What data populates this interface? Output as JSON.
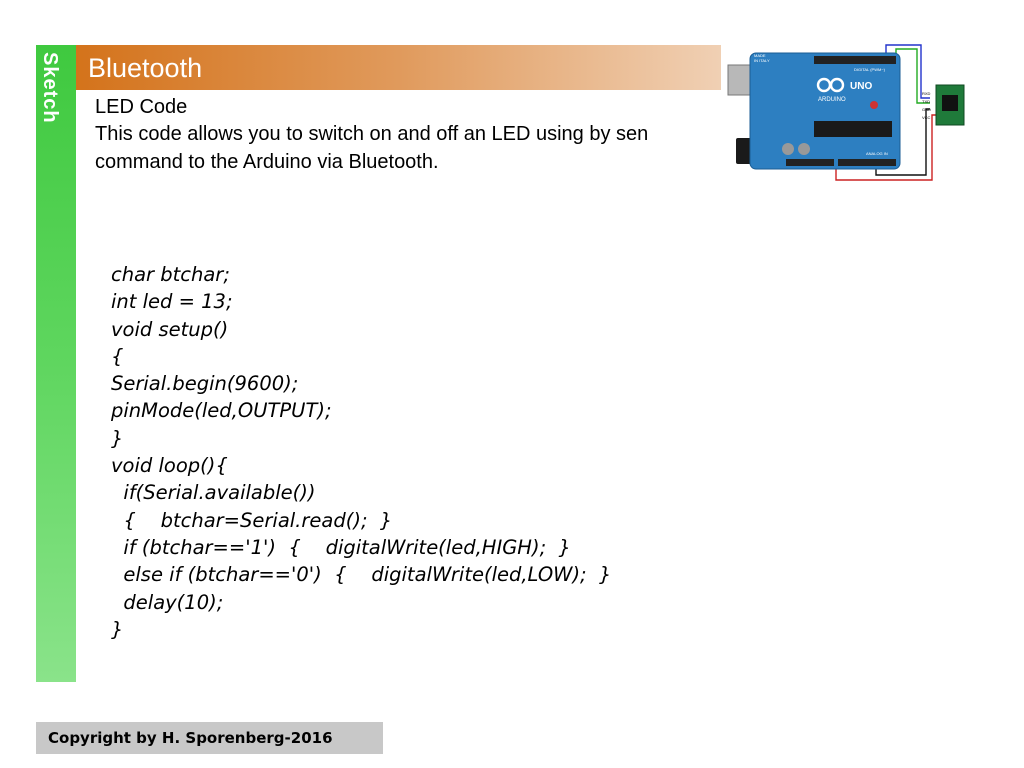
{
  "slide": {
    "section_label": "Sketch",
    "title": "Bluetooth",
    "subtitle": "LED Code",
    "description_lines": [
      "This code allows you to switch on and off an LED using by sen",
      "command to the Arduino via Bluetooth."
    ],
    "code_lines": [
      "char btchar;",
      "int led = 13;",
      "void setup()",
      "{",
      "Serial.begin(9600);",
      "pinMode(led,OUTPUT);",
      "}",
      "void loop(){",
      "  if(Serial.available())",
      "  {    btchar=Serial.read();  }",
      "  if (btchar=='1')  {    digitalWrite(led,HIGH);  }",
      "  else if (btchar=='0')  {    digitalWrite(led,LOW);  }",
      "  delay(10);",
      "}"
    ],
    "footer": "Copyright by H. Sporenberg-2016"
  },
  "diagram": {
    "board_lines": [
      "MADE",
      "IN ITALY"
    ],
    "board_logo": "UNO",
    "board_name": "ARDUINO",
    "board_digital_label": "DIGITAL (PWM~)",
    "board_analog_label": "ANALOG IN",
    "module_pins": [
      "RXD",
      "TXD",
      "GND",
      "VCC"
    ],
    "colors": {
      "board": "#2d7fc1",
      "module": "#1f7a3a",
      "wire_blue": "#2233cc",
      "wire_red": "#cc2222",
      "wire_black": "#111111",
      "wire_green": "#22aa22"
    }
  }
}
